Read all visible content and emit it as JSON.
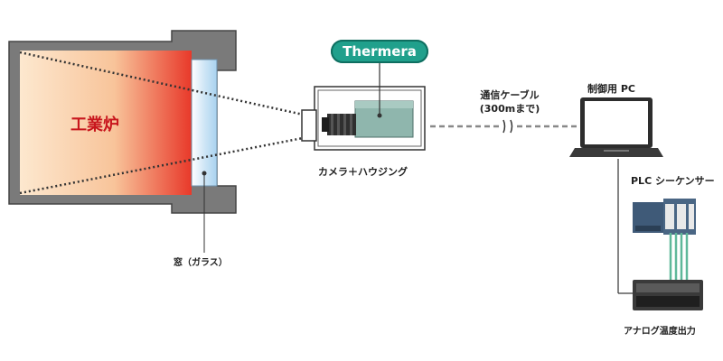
{
  "furnace": {
    "label": "工業炉"
  },
  "window": {
    "label": "窓（ガラス）"
  },
  "camera": {
    "brand": "Thermera",
    "label": "カメラ＋ハウジング"
  },
  "cable": {
    "line1": "通信ケーブル",
    "line2": "(300mまで)"
  },
  "pc": {
    "label": "制御用 PC"
  },
  "plc": {
    "label": "PLC シーケンサー"
  },
  "analog": {
    "label": "アナログ温度出力"
  },
  "colors": {
    "furnace_hot": "#e8392a",
    "furnace_cool": "#fde8cf",
    "brand": "#20a08c",
    "label_red": "#c8161d"
  }
}
